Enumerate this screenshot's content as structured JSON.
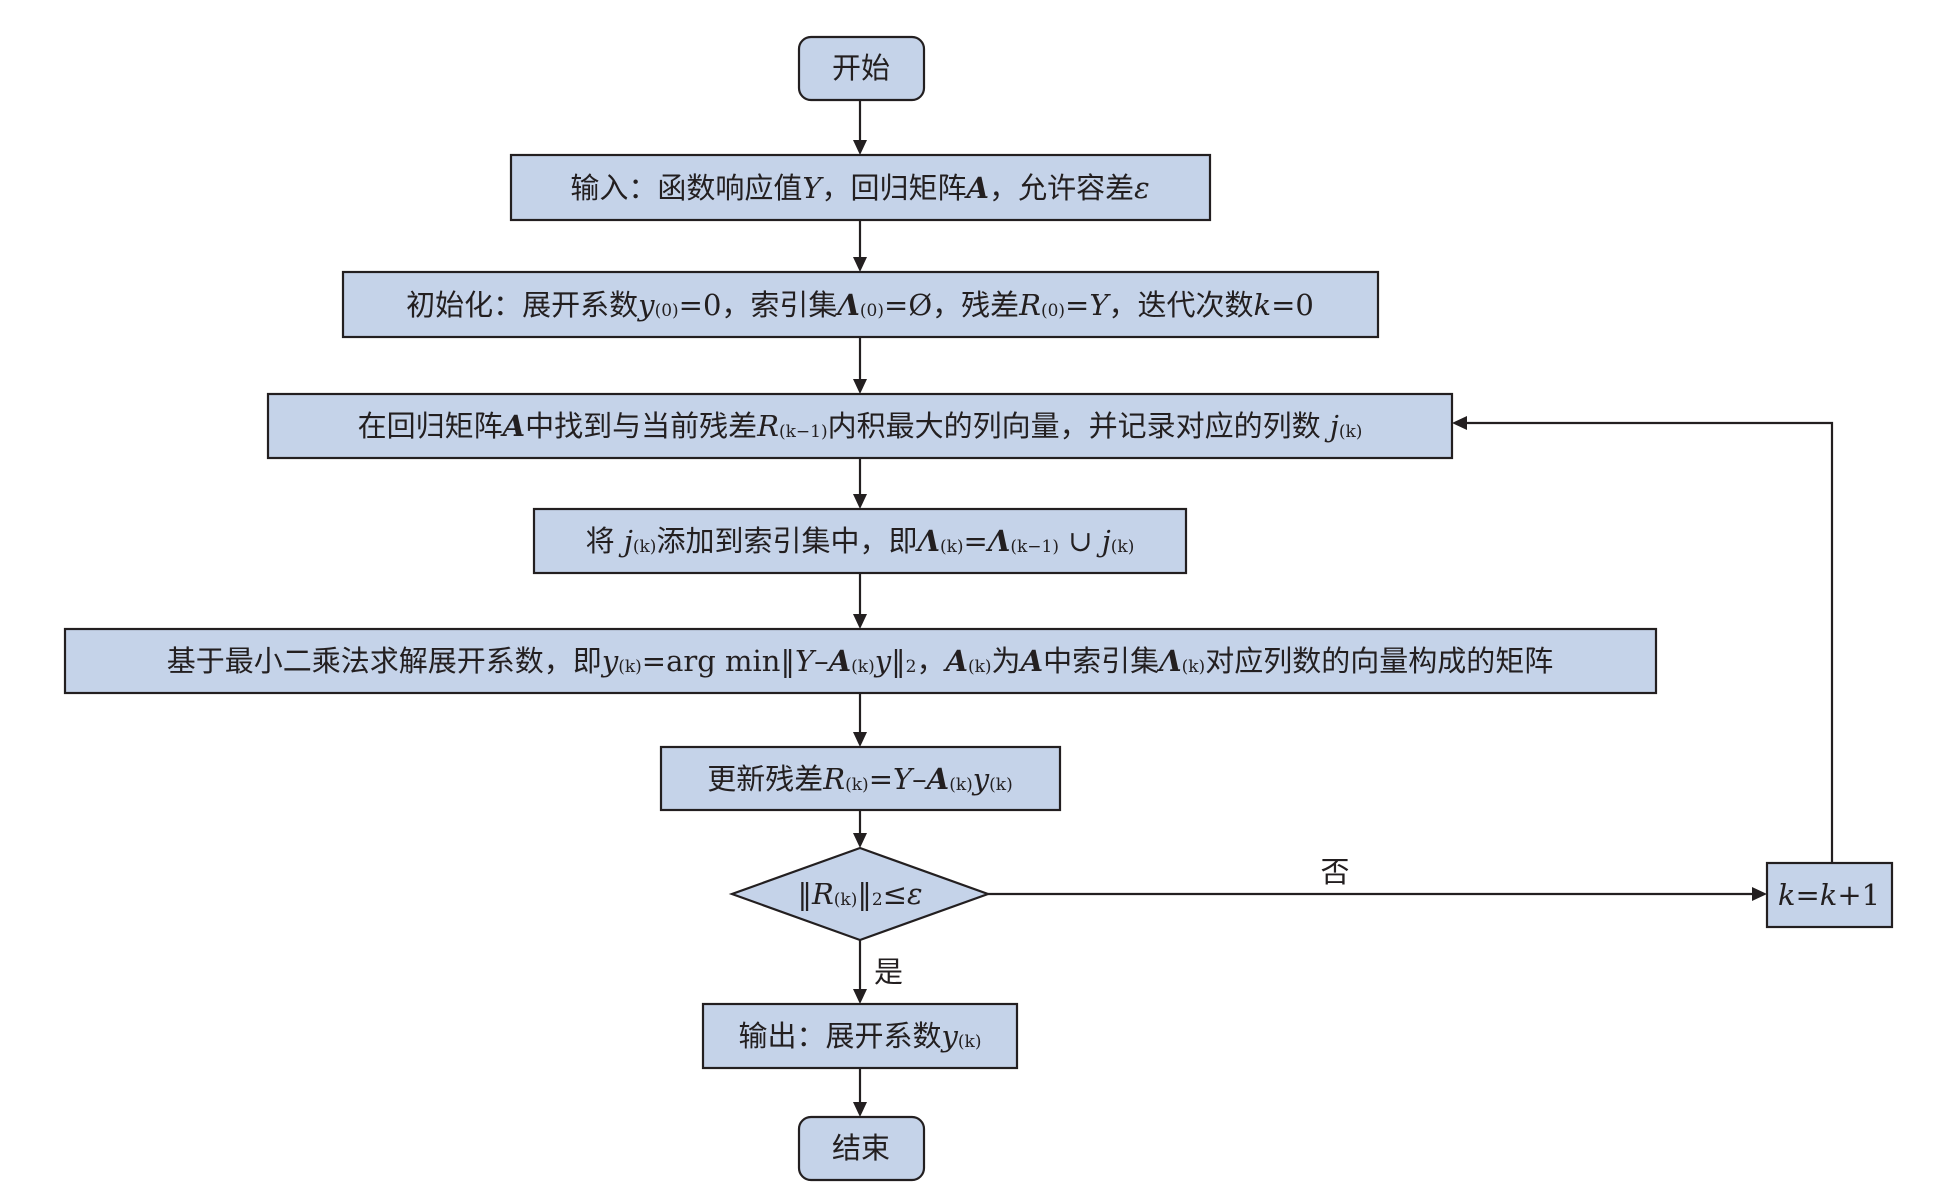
{
  "nodes": {
    "start": {
      "text": "开始"
    },
    "input": {
      "prefix": "输入：函数响应值",
      "Y": "Y",
      "mid": "，回归矩阵",
      "A": "A",
      "mid2": "，允许容差",
      "eps": "ε"
    },
    "init": {
      "p1": "初始化：展开系数",
      "y": "y",
      "sub0": "(0)",
      "p2": "=0，索引集",
      "Lambda": "Λ",
      "sub1": "(0)",
      "p3": "=Ø，残差",
      "R": "R",
      "sub2": "(0)",
      "p4": "=",
      "Y": "Y",
      "p5": "，迭代次数",
      "k": "k",
      "p6": "=0"
    },
    "find": {
      "p1": "在回归矩阵",
      "A": "A",
      "p2": "中找到与当前残差",
      "R": "R",
      "subR": "(k−1)",
      "p3": "内积最大的列向量，并记录对应的列数 ",
      "j": "j",
      "subj": "(k)"
    },
    "add": {
      "p1": "将 ",
      "j": "j",
      "subj": "(k)",
      "p2": "添加到索引集中，即",
      "L1": "Λ",
      "subL1": "(k)",
      "eq": "=",
      "L2": "Λ",
      "subL2": "(k−1)",
      "union": " ∪ ",
      "j2": "j",
      "subj2": "(k)"
    },
    "solve": {
      "p1": "基于最小二乘法求解展开系数，即",
      "y": "y",
      "suby": "(k)",
      "p2": "=arg min‖",
      "Y": "Y",
      "minus": "–",
      "A": "A",
      "subA": "(k)",
      "y2": "y",
      "p3": "‖",
      "sub2": "2",
      "p4": "，",
      "A2": "A",
      "subA2": "(k)",
      "p5": "为",
      "A3": "A",
      "p6": "中索引集",
      "L": "Λ",
      "subL": "(k)",
      "p7": "对应列数的向量构成的矩阵"
    },
    "update": {
      "p1": "更新残差",
      "R": "R",
      "subR": "(k)",
      "eq": "=",
      "Y": "Y",
      "minus": "–",
      "A": "A",
      "subA": "(k)",
      "y": "y",
      "suby": "(k)"
    },
    "decision": {
      "p1": "‖",
      "R": "R",
      "subR": "(k)",
      "p2": "‖",
      "sub2": "2",
      "p3": "≤",
      "eps": "ε"
    },
    "incr": {
      "k1": "k",
      "eq": "=",
      "k2": "k",
      "p": "+1"
    },
    "output": {
      "p1": "输出：展开系数",
      "y": "y",
      "suby": "(k)"
    },
    "end": {
      "text": "结束"
    }
  },
  "edges": {
    "no_label": "否",
    "yes_label": "是"
  },
  "colors": {
    "box_fill": "#c5d3e9",
    "stroke": "#231f20"
  }
}
